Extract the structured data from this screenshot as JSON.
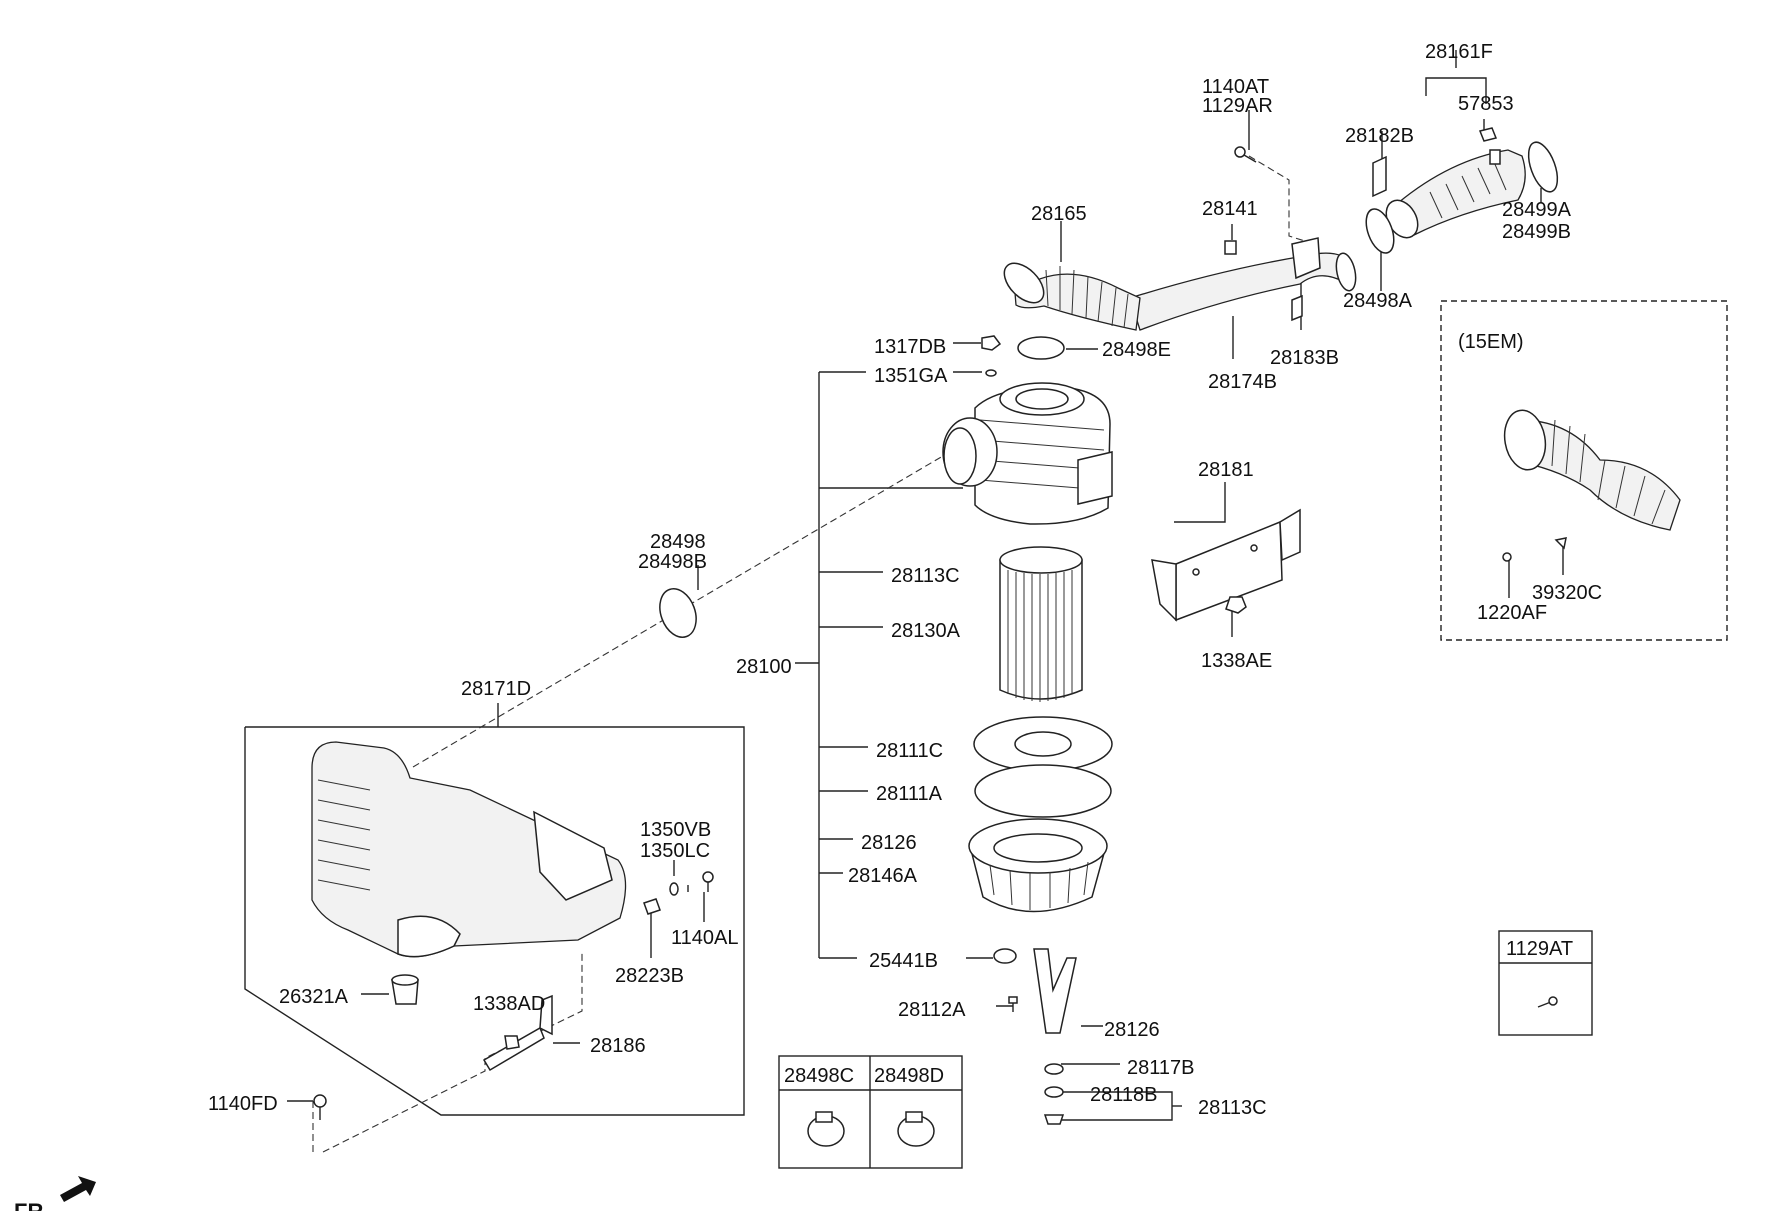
{
  "callouts": {
    "c28161F": "28161F",
    "c1140AT": "1140AT",
    "c1129AR": "1129AR",
    "c57853": "57853",
    "c28182B": "28182B",
    "c28141": "28141",
    "c28165": "28165",
    "c28499A": "28499A",
    "c28499B": "28499B",
    "c28498A": "28498A",
    "c1317DB": "1317DB",
    "c28498E": "28498E",
    "c28183B": "28183B",
    "c1351GA": "1351GA",
    "c28174B": "28174B",
    "c15EM": "(15EM)",
    "c28181": "28181",
    "c28498": "28498",
    "c28498B": "28498B",
    "c28113C_top": "28113C",
    "c28130A": "28130A",
    "c1338AE": "1338AE",
    "c1220AF": "1220AF",
    "c39320C": "39320C",
    "c28100": "28100",
    "c28171D": "28171D",
    "c28111C": "28111C",
    "c28111A": "28111A",
    "c1350VB": "1350VB",
    "c1350LC": "1350LC",
    "c28126_a": "28126",
    "c28146A": "28146A",
    "c1140AL": "1140AL",
    "c25441B": "25441B",
    "c28223B": "28223B",
    "c1129AT": "1129AT",
    "c26321A": "26321A",
    "c1338AD": "1338AD",
    "c28112A": "28112A",
    "c28126_b": "28126",
    "c28186": "28186",
    "c28498C": "28498C",
    "c28498D": "28498D",
    "c28117B": "28117B",
    "c28118B": "28118B",
    "c28113C_bottom": "28113C",
    "c1140FD": "1140FD",
    "fr": "FR."
  }
}
